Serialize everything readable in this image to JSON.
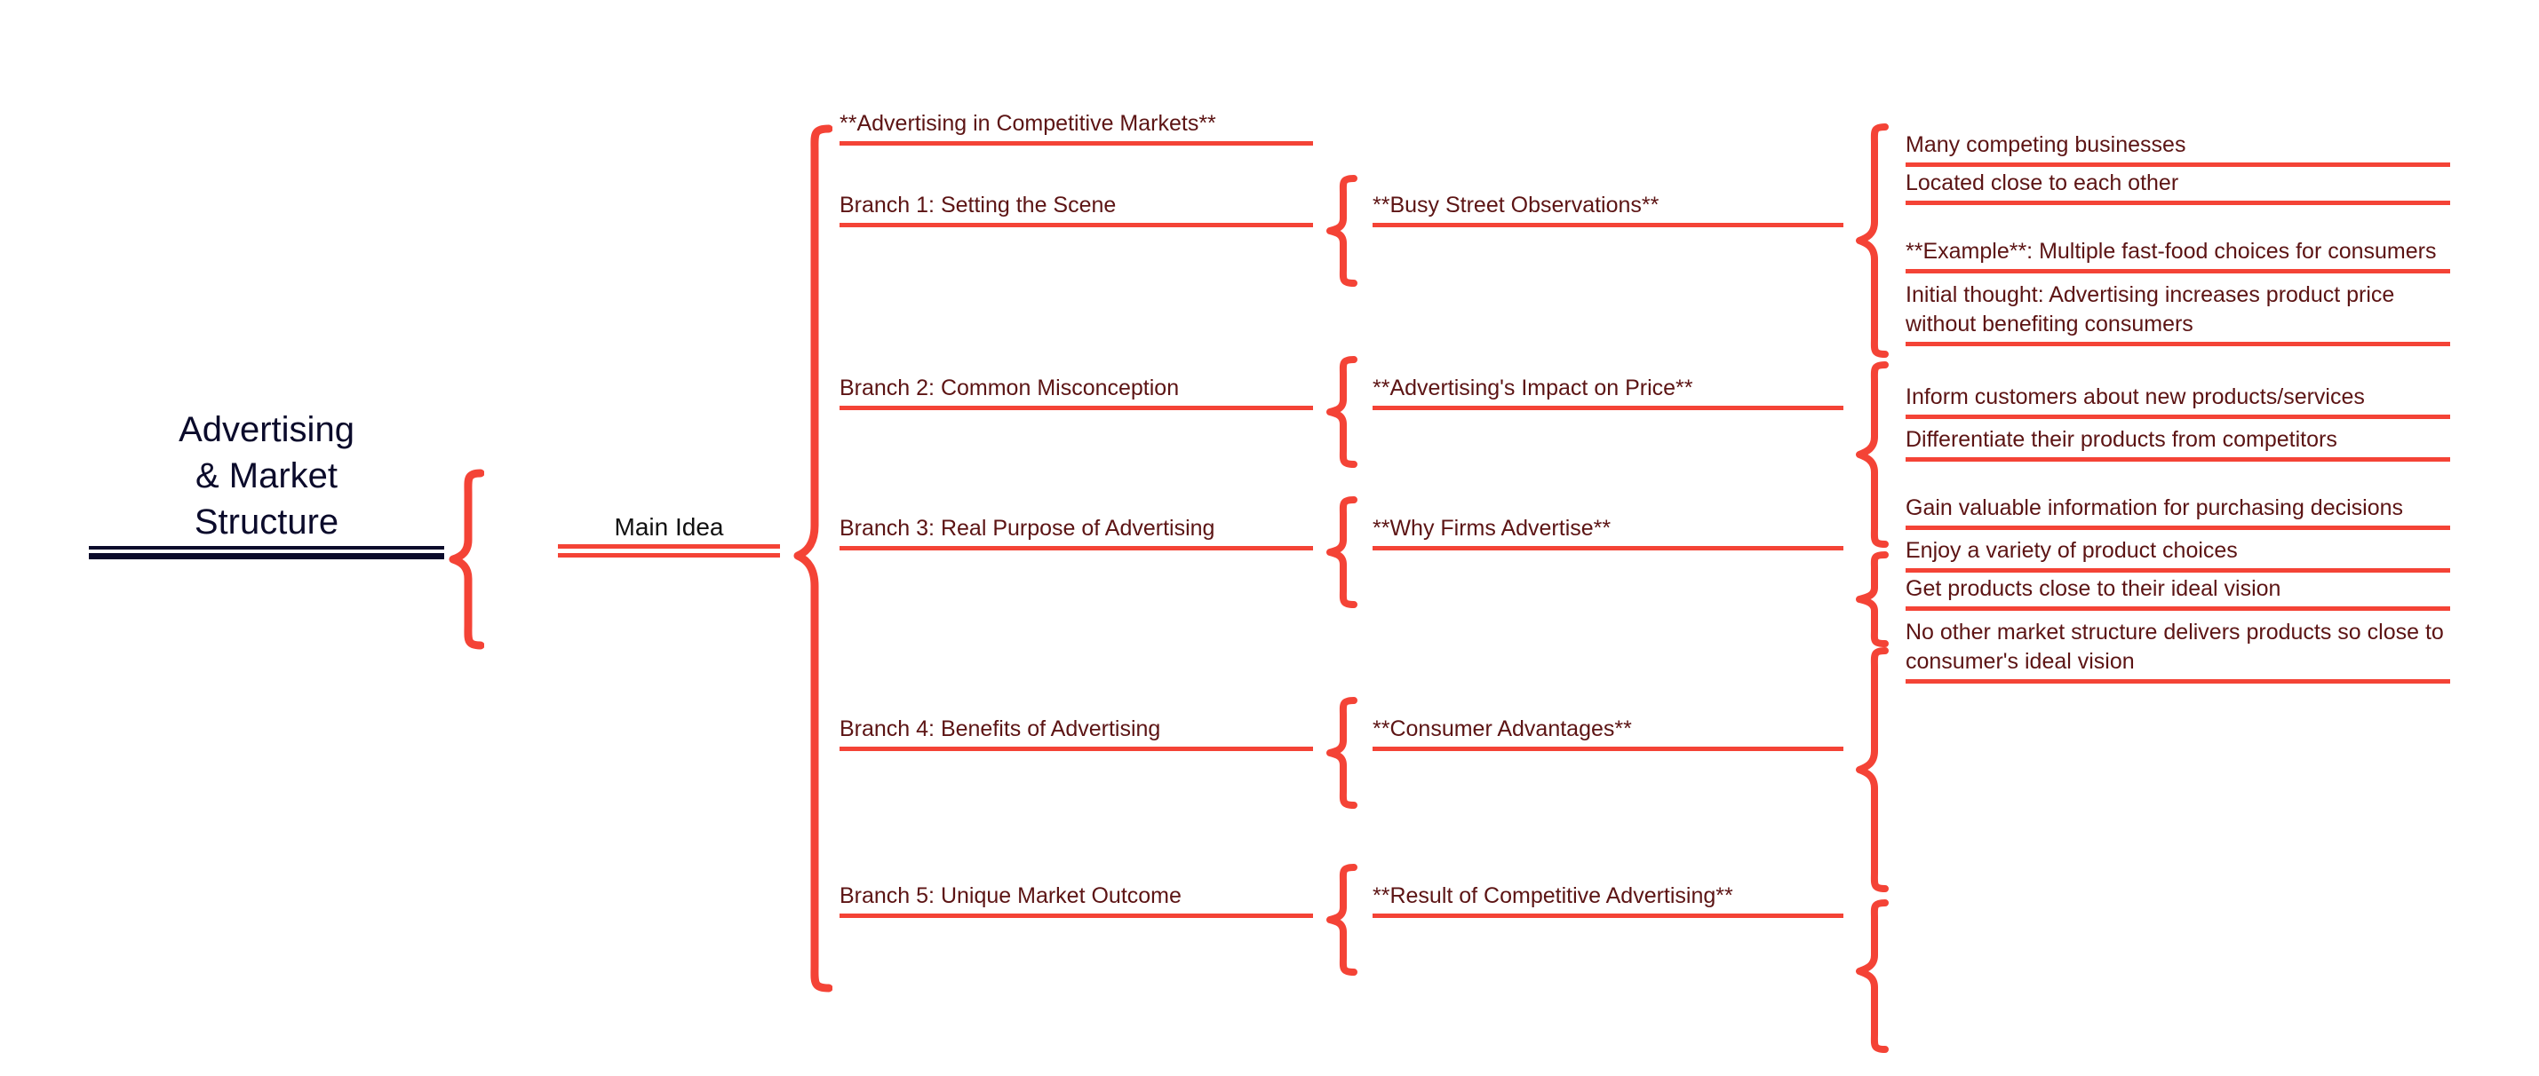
{
  "diagram": {
    "type": "mind-map",
    "title": "Advertising & Market Structure",
    "root": {
      "label": "Advertising\n& Market\nStructure",
      "color": "#0B0B2B"
    },
    "main_idea": {
      "label": "Main Idea",
      "color": "#111111"
    },
    "accent_color": "#F44336",
    "node_text_color": "#5C1414",
    "columns": {
      "level2": [
        {
          "label": "**Advertising in Competitive Markets**"
        },
        {
          "label": "Branch 1: Setting the Scene"
        },
        {
          "label": "Branch 2: Common Misconception"
        },
        {
          "label": "Branch 3: Real Purpose of Advertising"
        },
        {
          "label": "Branch 4: Benefits of Advertising"
        },
        {
          "label": "Branch 5: Unique Market Outcome"
        }
      ],
      "level3": [
        {
          "label": "**Busy Street Observations**"
        },
        {
          "label": "**Advertising's Impact on Price**"
        },
        {
          "label": "**Why Firms Advertise**"
        },
        {
          "label": "**Consumer Advantages**"
        },
        {
          "label": "**Result of Competitive Advertising**"
        }
      ],
      "level4": [
        {
          "label": "Many competing businesses"
        },
        {
          "label": "Located close to each other"
        },
        {
          "label": "**Example**: Multiple fast-food choices for consumers"
        },
        {
          "label": "Initial thought: Advertising increases product price without benefiting consumers"
        },
        {
          "label": "Inform customers about new products/services"
        },
        {
          "label": "Differentiate their products from competitors"
        },
        {
          "label": "Gain valuable information for purchasing decisions"
        },
        {
          "label": "Enjoy a variety of product choices"
        },
        {
          "label": "Get products close to their ideal vision"
        },
        {
          "label": "No other market structure delivers products so close to consumer's ideal vision"
        }
      ]
    }
  }
}
